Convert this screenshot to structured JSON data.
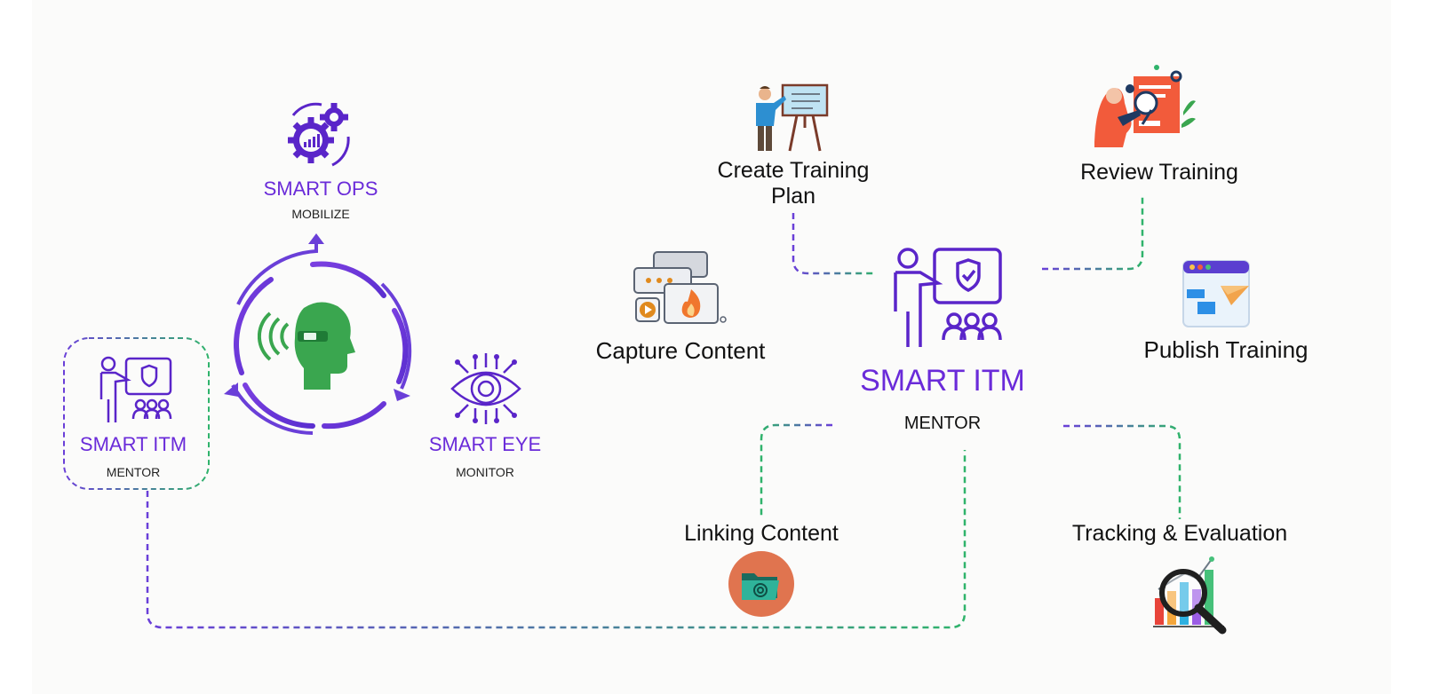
{
  "left_cycle": {
    "ops": {
      "title": "SMART OPS",
      "subtitle": "MOBILIZE"
    },
    "itm": {
      "title": "SMART ITM",
      "subtitle": "MENTOR"
    },
    "eye": {
      "title": "SMART EYE",
      "subtitle": "MONITOR"
    }
  },
  "hub": {
    "title": "SMART ITM",
    "subtitle": "MENTOR"
  },
  "nodes": {
    "create_plan": "Create Training\nPlan",
    "review": "Review Training",
    "capture": "Capture Content",
    "publish": "Publish Training",
    "linking": "Linking Content",
    "tracking": "Tracking & Evaluation"
  },
  "colors": {
    "purple": "#6a2bd9",
    "green": "#2fb36b",
    "head_green": "#3aa64f",
    "orange": "#e0744f"
  },
  "icons": {
    "ops": "gears-chart-icon",
    "head": "smart-glasses-head-icon",
    "itm": "mentor-presentation-icon",
    "eye": "circuit-eye-icon",
    "create_plan": "presenter-board-icon",
    "review": "review-document-icon",
    "capture": "chat-video-icon",
    "publish": "web-publish-icon",
    "linking": "linked-folder-icon",
    "tracking": "magnifier-chart-icon"
  }
}
